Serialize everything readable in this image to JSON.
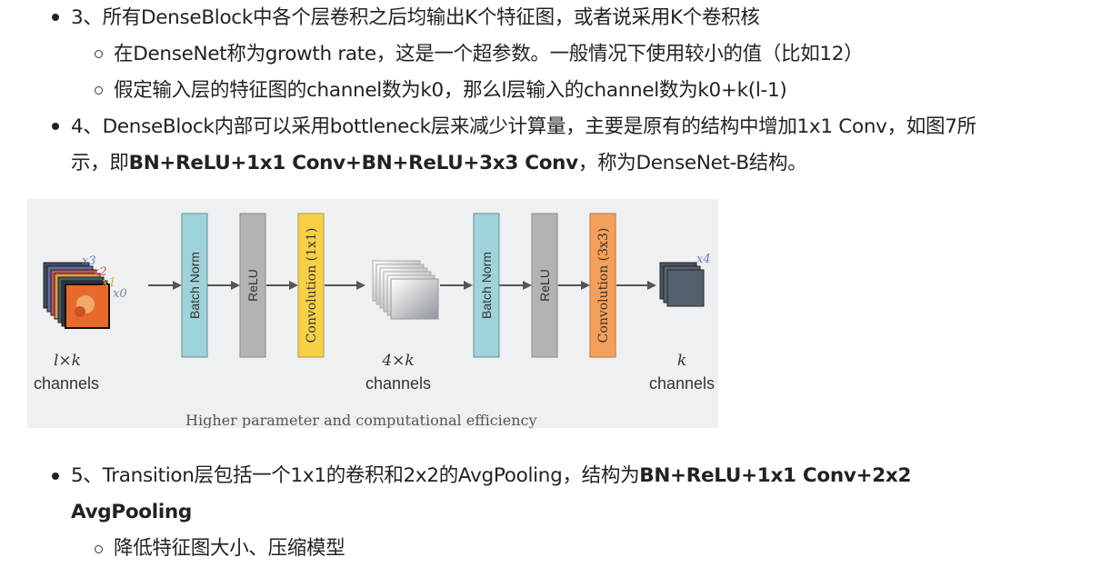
{
  "list": {
    "item3": {
      "text": "3、所有DenseBlock中各个层卷积之后均输出K个特征图，或者说采用K个卷积核"
    },
    "item3_sub1": {
      "text": "在DenseNet称为growth rate，这是一个超参数。一般情况下使用较小的值（比如12）"
    },
    "item3_sub2": {
      "text": "假定输入层的特征图的channel数为k0，那么l层输入的channel数为k0+k(l-1)"
    },
    "item4": {
      "line1": "4、DenseBlock内部可以采用bottleneck层来减少计算量，主要是原有的结构中增加1x1 Conv，如图7所",
      "line2_pre": "示，即",
      "line2_bold": "BN+ReLU+1x1 Conv+BN+ReLU+3x3 Conv",
      "line2_post": "，称为DenseNet-B结构。"
    },
    "item5": {
      "line1_pre": "5、Transition层包括一个1x1的卷积和2x2的AvgPooling，结构为",
      "line1_bold": "BN+ReLU+1x1 Conv+2x2",
      "line2_bold": "AvgPooling"
    },
    "item5_sub1": {
      "text": "降低特征图大小、压缩模型"
    }
  },
  "figure": {
    "input_labels": [
      "x3",
      "x2",
      "x1",
      "x0"
    ],
    "input_label_colors": [
      "#6a7fbf",
      "#d9534f",
      "#e6a23c",
      "#7a8a99"
    ],
    "left_channels_top": "l×k",
    "left_channels_bottom": "channels",
    "mid_channels_top": "4×k",
    "mid_channels_bottom": "channels",
    "right_channels_top": "k",
    "right_channels_bottom": "channels",
    "output_label": "x4",
    "blocks": [
      {
        "label": "Batch Norm",
        "color": "#9fd3dc"
      },
      {
        "label": "ReLU",
        "color": "#b3b3b3"
      },
      {
        "label": "Convolution (1x1)",
        "color": "#f7d04a"
      },
      {
        "label": "Batch Norm",
        "color": "#9fd3dc"
      },
      {
        "label": "ReLU",
        "color": "#b3b3b3"
      },
      {
        "label": "Convolution (3x3)",
        "color": "#f5a05a"
      }
    ],
    "caption": "Higher parameter and computational efficiency"
  }
}
